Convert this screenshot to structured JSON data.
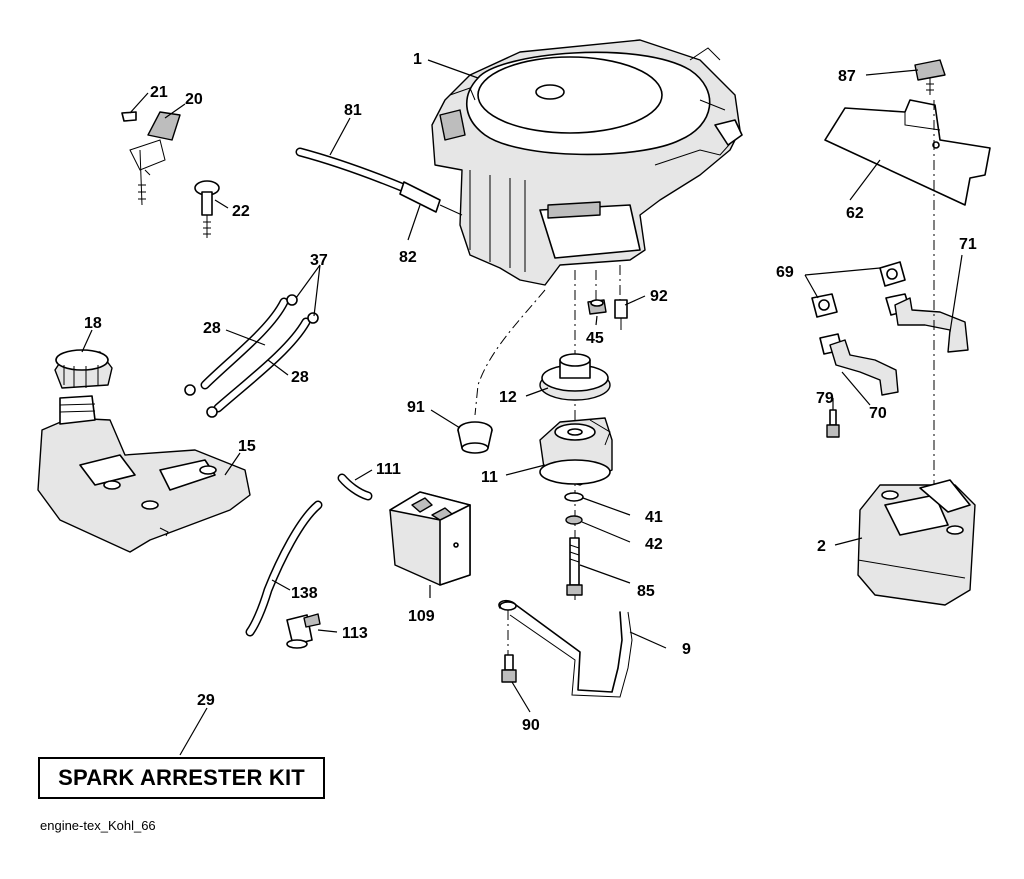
{
  "diagram": {
    "caption": "engine-tex_Kohl_66",
    "kit_box_label": "SPARK ARRESTER KIT",
    "callouts": [
      {
        "id": "engine",
        "number": "1"
      },
      {
        "id": "muffler",
        "number": "2"
      },
      {
        "id": "bracket",
        "number": "9"
      },
      {
        "id": "clutch",
        "number": "11"
      },
      {
        "id": "pulley",
        "number": "12"
      },
      {
        "id": "fuel-tank",
        "number": "15"
      },
      {
        "id": "fuel-cap",
        "number": "18"
      },
      {
        "id": "choke-knob",
        "number": "20"
      },
      {
        "id": "screw-21",
        "number": "21"
      },
      {
        "id": "drain-plug",
        "number": "22"
      },
      {
        "id": "hose-28a",
        "number": "28"
      },
      {
        "id": "hose-28b",
        "number": "28"
      },
      {
        "id": "spark-kit",
        "number": "29"
      },
      {
        "id": "clamp",
        "number": "37"
      },
      {
        "id": "washer-41",
        "number": "41"
      },
      {
        "id": "washer-42",
        "number": "42"
      },
      {
        "id": "nut-45",
        "number": "45"
      },
      {
        "id": "heat-shield",
        "number": "62"
      },
      {
        "id": "gasket",
        "number": "69"
      },
      {
        "id": "pipe-70",
        "number": "70"
      },
      {
        "id": "pipe-71",
        "number": "71"
      },
      {
        "id": "bolt-79",
        "number": "79"
      },
      {
        "id": "hose-81",
        "number": "81"
      },
      {
        "id": "fitting-82",
        "number": "82"
      },
      {
        "id": "bolt-85",
        "number": "85"
      },
      {
        "id": "knob-87",
        "number": "87"
      },
      {
        "id": "bolt-90",
        "number": "90"
      },
      {
        "id": "grommet-91",
        "number": "91"
      },
      {
        "id": "bolt-92",
        "number": "92"
      },
      {
        "id": "battery",
        "number": "109"
      },
      {
        "id": "hose-111",
        "number": "111"
      },
      {
        "id": "valve-113",
        "number": "113"
      },
      {
        "id": "line-138",
        "number": "138"
      }
    ]
  }
}
